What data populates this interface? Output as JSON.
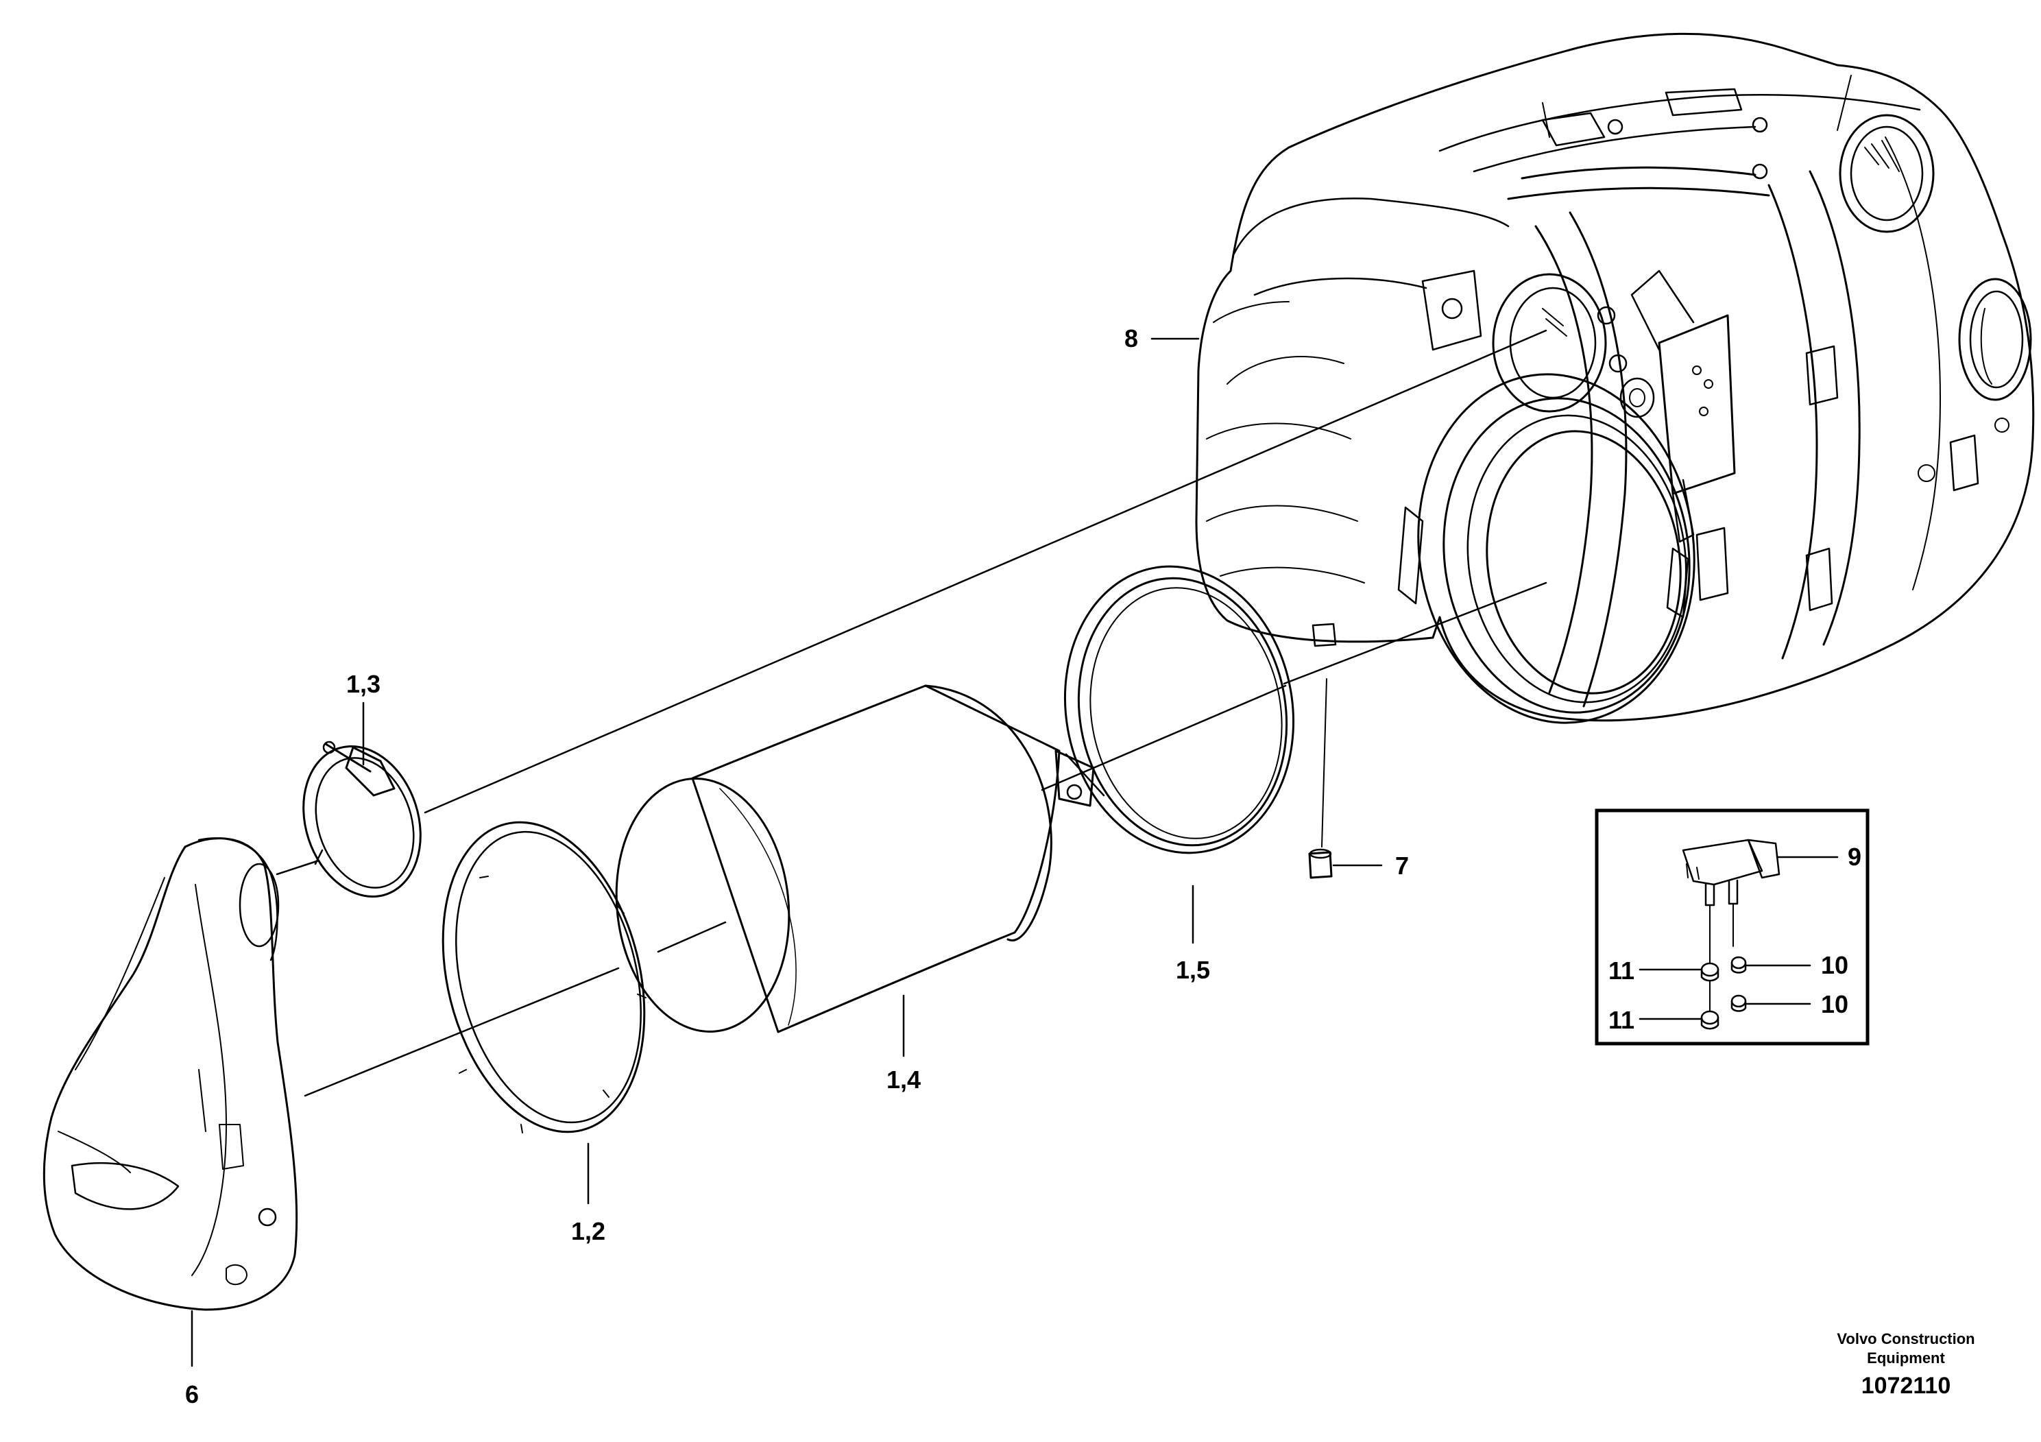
{
  "callouts": {
    "c1_3": "1,3",
    "c1_2": "1,2",
    "c1_4": "1,4",
    "c1_5": "1,5",
    "c6": "6",
    "c7": "7",
    "c8": "8",
    "c9": "9",
    "c10a": "10",
    "c10b": "10",
    "c11a": "11",
    "c11b": "11"
  },
  "footer": {
    "company_line1": "Volvo Construction",
    "company_line2": "Equipment",
    "drawing_number": "1072110"
  },
  "colors": {
    "line": "#000000",
    "background": "#ffffff",
    "shade": "#e6e6e6"
  }
}
